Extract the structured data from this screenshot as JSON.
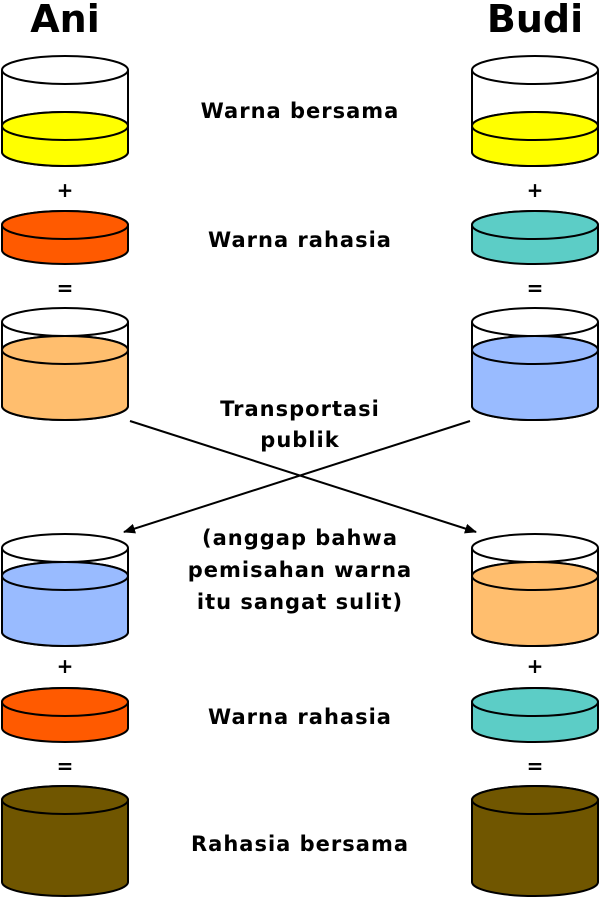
{
  "persons": {
    "left": "Ani",
    "right": "Budi"
  },
  "labels": {
    "common": "Warna bersama",
    "secret": "Warna rahasia",
    "transport_line1": "Transportasi",
    "transport_line2": "publik",
    "note_line1": "(anggap bahwa",
    "note_line2": "pemisahan warna",
    "note_line3": "itu sangat sulit)",
    "secret2": "Warna rahasia",
    "shared": "Rahasia bersama"
  },
  "operators": {
    "plus": "+",
    "equals": "="
  },
  "colors": {
    "common": "#ffff00",
    "ani_secret": "#ff5a00",
    "budi_secret": "#5ccdc6",
    "ani_mix": "#ffbe6e",
    "budi_mix": "#99bbff",
    "shared_secret": "#705600"
  },
  "icons": {
    "container": "paint-cylinder-icon",
    "exchange": "crossing-arrows-icon"
  }
}
